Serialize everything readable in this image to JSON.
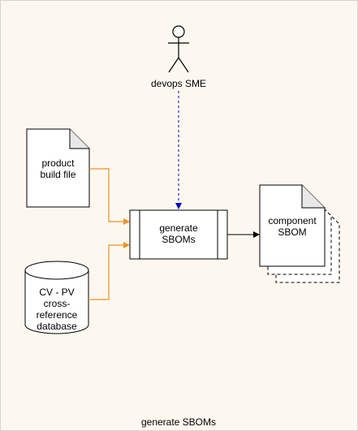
{
  "diagram": {
    "caption": "generate SBOMs",
    "actor": {
      "label": "devops SME"
    },
    "nodes": {
      "build_file": {
        "label_line1": "product",
        "label_line2": "build file"
      },
      "process": {
        "label_line1": "generate",
        "label_line2": "SBOMs"
      },
      "database": {
        "label_line1": "CV - PV",
        "label_line2": "cross-",
        "label_line3": "reference",
        "label_line4": "database"
      },
      "output": {
        "label_line1": "component",
        "label_line2": "SBOM"
      }
    },
    "edges": [
      {
        "from": "devops SME",
        "to": "generate SBOMs",
        "style": "dashed",
        "color": "#0000cc"
      },
      {
        "from": "product build file",
        "to": "generate SBOMs",
        "style": "solid",
        "color": "#f0921e"
      },
      {
        "from": "CV - PV cross-reference database",
        "to": "generate SBOMs",
        "style": "solid",
        "color": "#f0921e"
      },
      {
        "from": "generate SBOMs",
        "to": "component SBOM",
        "style": "solid",
        "color": "#000000"
      }
    ]
  }
}
